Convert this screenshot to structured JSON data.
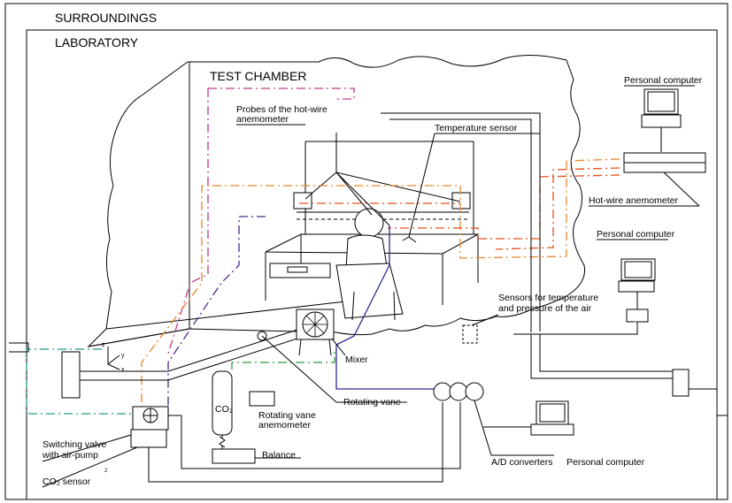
{
  "labels": {
    "surroundings": "SURROUNDINGS",
    "laboratory": "LABORATORY",
    "test_chamber": "TEST CHAMBER",
    "pc_top": "Personal computer",
    "probes_line1": "Probes of the hot-wire",
    "probes_line2": "anemometer",
    "temperature_sensor": "Temperature sensor",
    "hotwire_anemometer": "Hot-wire anemometer",
    "pc_mid": "Personal computer",
    "sensors_line1": "Sensors for temperature",
    "sensors_line2": "and pressure of the air",
    "mixer": "Mixer",
    "co2_cylinder": "CO₂",
    "rotating_vane_anem_line1": "Rotating vane",
    "rotating_vane_anem_line2": "anemometer",
    "rotating_vane": "Rotating vane",
    "balance": "Balance",
    "switching_line1": "Switching valve",
    "switching_line2": "with air-pump",
    "co2_sensor": "CO₂ sensor",
    "superscript_2": "2",
    "ad_converters": "A/D converters",
    "pc_bottom": "Personal computer",
    "axis_z": "z",
    "axis_y": "y",
    "axis_x": "x"
  },
  "colors": {
    "line": "#000000",
    "magenta": "#c0398a",
    "orange": "#e8892a",
    "red_orange": "#e5501c",
    "purple": "#4b2a8c",
    "blue": "#2d2a8c",
    "teal": "#1f9a8a",
    "green": "#2e9a3a"
  }
}
